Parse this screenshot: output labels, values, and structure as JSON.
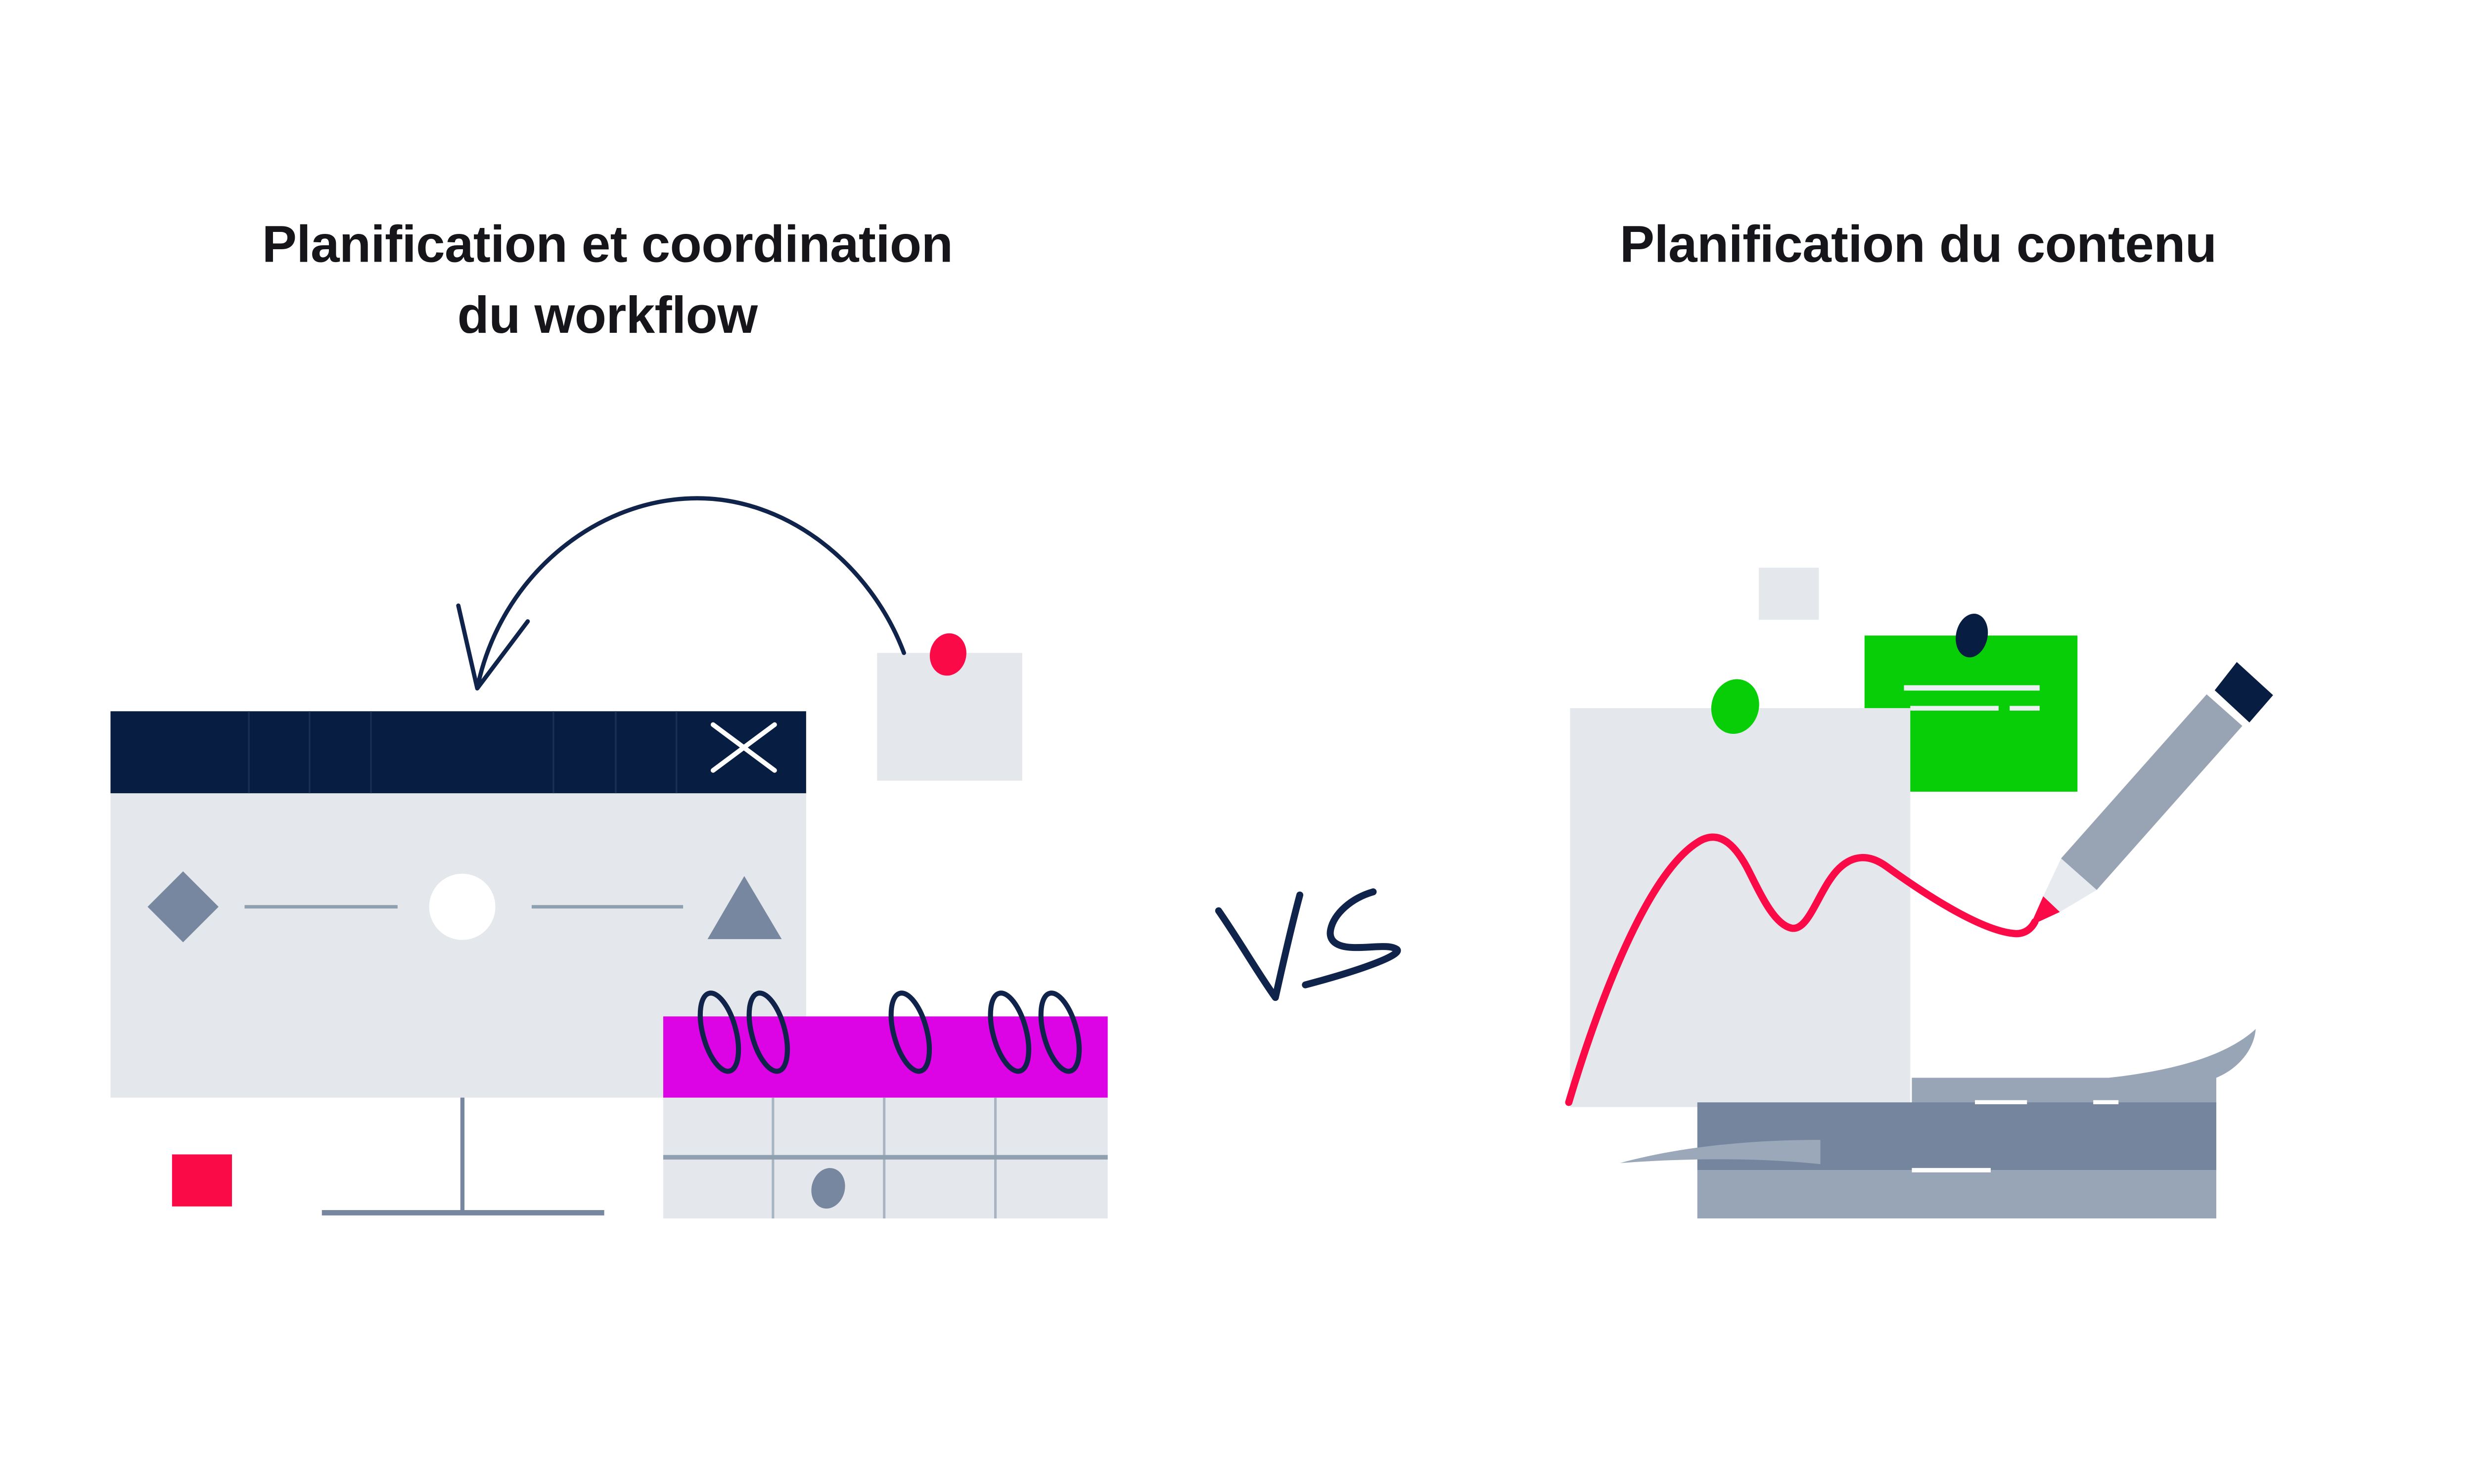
{
  "left_panel": {
    "title_line1": "Planification et coordination",
    "title_line2": "du workflow"
  },
  "right_panel": {
    "title": "Planification du contenu"
  },
  "vs_label": "VS",
  "colors": {
    "title_text": "#16161A",
    "navy": "#071D41",
    "navy_stroke": "#10234A",
    "panel_gray": "#E4E7EB",
    "slate": "#76879F",
    "slate_light": "#97A5B7",
    "book_dark": "#74859D",
    "line_gray": "#8FA0B1",
    "grid_gray": "#A9B4C2",
    "magenta": "#DC04E4",
    "green": "#08CE08",
    "crimson": "#FA0A47",
    "pencil_body": "#98A3B3",
    "pencil_wood": "#E7EAEE",
    "white": "#FFFFFF"
  },
  "icons": {
    "close_icon": "✕",
    "curved_arrow_icon": "curved-arrow",
    "pin_icon": "oval-pin",
    "pencil_icon": "pencil",
    "spiral_binding_icon": "spiral-rings"
  }
}
